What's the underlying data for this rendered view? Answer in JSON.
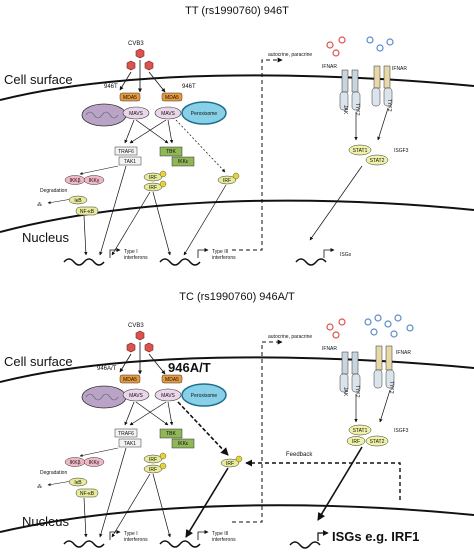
{
  "top": {
    "title": "TT (rs1990760) 946T",
    "cell_surface": "Cell surface",
    "nucleus": "Nucleus",
    "virus": "CVB3",
    "allele_left": "946T",
    "allele_right": "946T",
    "mda5_left": "MDA5",
    "mda5_right": "MDA5",
    "mavs_left": "MAVS",
    "mavs_right": "MAVS",
    "peroxisome": "Peroxisome",
    "traf6": "TRAF6",
    "tak1": "TAK1",
    "tbk": "TBK",
    "ikke": "IKKε",
    "ikkb": "IKKβ",
    "ikkg": "IKKγ",
    "degradation": "Degradation",
    "ikb": "IκB",
    "nfkb": "NF-κB",
    "irf": "IRF",
    "irf_b": "IRF",
    "irf_c": "IRF",
    "p": "P",
    "autocrine": "autocrine, paracrine",
    "ifnar_left": "IFNAR",
    "ifnar_right": "IFNAR",
    "jak": "JAK",
    "tyk2": "TYK2",
    "tyk2_b": "TYK2",
    "stat1": "STAT1",
    "stat2": "STAT2",
    "isgf3": "ISGF3",
    "type1": "Type I",
    "type1b": "interferons",
    "type3": "Type III",
    "type3b": "interferons",
    "isgs": "ISGs"
  },
  "bottom": {
    "title": "TC (rs1990760) 946A/T",
    "cell_surface": "Cell surface",
    "nucleus": "Nucleus",
    "virus": "CVB3",
    "allele_left": "946A/T",
    "allele_right": "946A/T",
    "mda5_left": "MDA5",
    "mda5_right": "MDA5",
    "mavs_left": "MAVS",
    "mavs_right": "MAVS",
    "peroxisome": "Peroxisome",
    "traf6": "TRAF6",
    "tak1": "TAK1",
    "tbk": "TBK",
    "ikke": "IKKε",
    "ikkb": "IKKβ",
    "ikkg": "IKKγ",
    "degradation": "Degradation",
    "ikb": "IκB",
    "nfkb": "NF-κB",
    "irf": "IRF",
    "irf_b": "IRF",
    "irf_c": "IRF",
    "p": "P",
    "autocrine": "autocrine, paracrine",
    "ifnar_left": "IFNAR",
    "ifnar_right": "IFNAR",
    "jak": "JAK",
    "tyk2": "TYK2",
    "tyk2_b": "TYK2",
    "stat1": "STAT1",
    "stat2": "STAT2",
    "irf_stat": "IRF",
    "isgf3": "ISGF3",
    "feedback": "Feedback",
    "type1": "Type I",
    "type1b": "interferons",
    "type3": "Type III",
    "type3b": "interferons",
    "isgs": "ISGs e.g. IRF1"
  },
  "colors": {
    "virus": "#d9534f",
    "ligand_red": "#d9534f",
    "ligand_blue": "#5b8cc8",
    "mda5": "#e89a3c",
    "mito": "#b9a4c8",
    "peroxisome": "#87d0e8",
    "traf_box": "#f3f3f3",
    "tbk_box": "#8fb657",
    "irf_yellow": "#e8ec9a",
    "stat_yellow": "#f0f2a8",
    "ikk_pink": "#f1b7c5",
    "ifnar_gray": "#c8d4de",
    "ifnar_tan": "#e6d8a8"
  }
}
